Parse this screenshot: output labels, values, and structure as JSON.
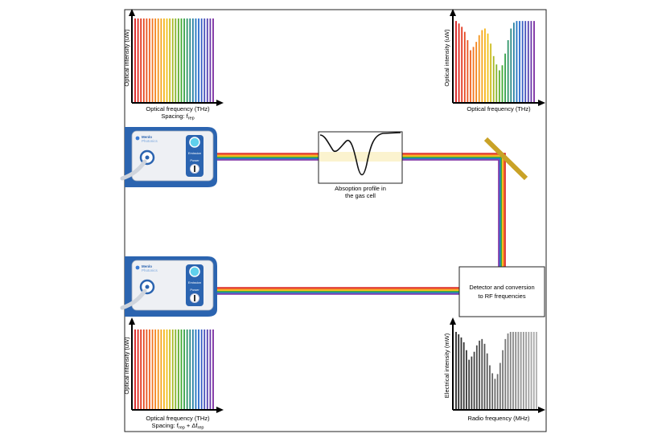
{
  "colors": {
    "rainbow": [
      "#d7191c",
      "#f26b21",
      "#f7c219",
      "#3aaa35",
      "#1f6fd1",
      "#7a2aa0"
    ],
    "device_body": "#2b64b0",
    "device_panel": "#eef0f4",
    "mirror": "#c9a227",
    "spectrum_gray": "#444444"
  },
  "spectra": {
    "top_left": {
      "ylabel": "Optical intensity (uW)",
      "xlabel": "Optical frequency (THz)",
      "note_main": "Spacing: f",
      "note_sub": "rep",
      "values": [
        1,
        1,
        1,
        1,
        1,
        1,
        1,
        1,
        1,
        1,
        1,
        1,
        1,
        1,
        1,
        1,
        1,
        1,
        1,
        1,
        1,
        1,
        1,
        1,
        1,
        1,
        1,
        1
      ]
    },
    "top_right": {
      "ylabel": "Optical intensity (uW)",
      "xlabel": "Optical frequency (THz)",
      "values": [
        0.97,
        0.94,
        0.9,
        0.84,
        0.74,
        0.62,
        0.66,
        0.72,
        0.8,
        0.86,
        0.88,
        0.82,
        0.7,
        0.55,
        0.45,
        0.38,
        0.44,
        0.58,
        0.74,
        0.88,
        0.95,
        0.97,
        0.97,
        0.97,
        0.97,
        0.97,
        0.97,
        0.97
      ]
    },
    "bottom_left": {
      "ylabel": "Optical intensity (uW)",
      "xlabel": "Optical frequency (THz)",
      "note_main": "Spacing: f",
      "note_sub1": "rep",
      "note_mid": " + Δf",
      "note_sub2": "rep",
      "values": [
        1,
        1,
        1,
        1,
        1,
        1,
        1,
        1,
        1,
        1,
        1,
        1,
        1,
        1,
        1,
        1,
        1,
        1,
        1,
        1,
        1,
        1,
        1,
        1,
        1,
        1,
        1,
        1
      ]
    },
    "bottom_right": {
      "ylabel": "Electrical intensity (mW)",
      "xlabel": "Radio frequency (MHz)",
      "values": [
        0.97,
        0.94,
        0.9,
        0.84,
        0.74,
        0.62,
        0.66,
        0.72,
        0.8,
        0.86,
        0.88,
        0.82,
        0.7,
        0.55,
        0.45,
        0.38,
        0.44,
        0.58,
        0.74,
        0.88,
        0.95,
        0.97,
        0.97,
        0.97,
        0.97,
        0.97,
        0.97,
        0.97,
        0.97,
        0.97,
        0.97,
        0.97
      ]
    }
  },
  "devices": {
    "brand_line1": "Menlo",
    "brand_line2": "Photonics",
    "emission_label": "Emission",
    "power_label": "Power"
  },
  "gas_cell": {
    "caption_line1": "Absoption profile in",
    "caption_line2": "the gas cell"
  },
  "detector": {
    "line1": "Detector and conversion",
    "line2": "to RF frequencies"
  }
}
